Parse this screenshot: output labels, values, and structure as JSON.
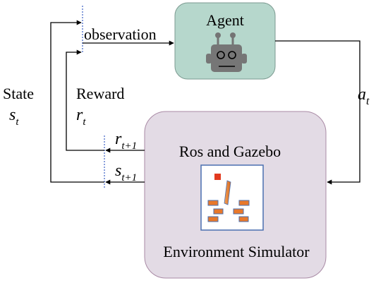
{
  "agent": {
    "label": "Agent",
    "box_color": "#b6d7cc",
    "robot_icon": "robot-head-icon"
  },
  "observation_label": "observation",
  "action": {
    "base": "a",
    "sub": "t"
  },
  "state": {
    "title": "State",
    "base": "s",
    "sub": "t"
  },
  "reward": {
    "title": "Reward",
    "base": "r",
    "sub": "t"
  },
  "next_reward": {
    "base": "r",
    "sub": "t+1"
  },
  "next_state": {
    "base": "s",
    "sub": "t+1"
  },
  "environment": {
    "title": "Ros and Gazebo",
    "caption": "Environment Simulator",
    "box_color": "#e3dbe5",
    "scene_icon": "gazebo-scene-icon"
  },
  "colors": {
    "divider": "#3a5fc4",
    "block": "#e8782a",
    "marker": "#e23a1f"
  }
}
